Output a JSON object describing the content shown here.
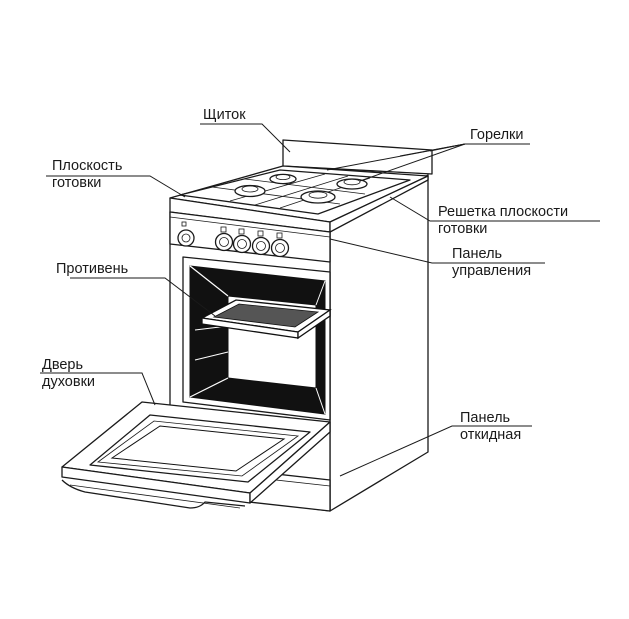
{
  "labels": {
    "shield": "Щиток",
    "burners": "Горелки",
    "surface_l1": "Плоскость",
    "surface_l2": "готовки",
    "grate_l1": "Решетка плоскости",
    "grate_l2": "готовки",
    "panel_l1": "Панель",
    "panel_l2": "управления",
    "tray": "Противень",
    "door_l1": "Дверь",
    "door_l2": "духовки",
    "flap_l1": "Панель",
    "flap_l2": "откидная"
  },
  "colors": {
    "line": "#1a1a1a",
    "background": "#ffffff"
  }
}
